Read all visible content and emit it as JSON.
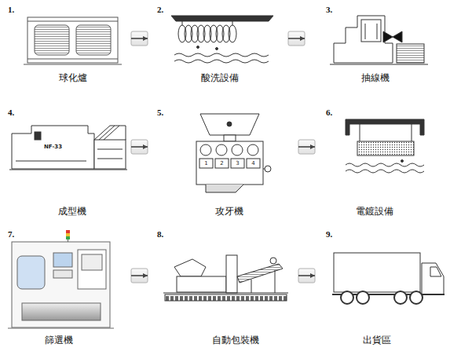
{
  "diagram": {
    "nodes": [
      {
        "text": [
          "1.",
          "球化爐"
        ]
      },
      {
        "text": [
          "2.",
          "酸洗設備"
        ]
      },
      {
        "text": [
          "3.",
          "抽線機"
        ]
      },
      {
        "text": [
          "4.",
          "成型機"
        ]
      },
      {
        "text": [
          "5.",
          "攻牙機"
        ]
      },
      {
        "text": [
          "6.",
          "電鍍設備"
        ]
      },
      {
        "text": [
          "7.",
          "篩選機"
        ]
      },
      {
        "text": [
          "8.",
          "自動包裝機"
        ]
      },
      {
        "text": [
          "9.",
          "出貨區"
        ]
      }
    ],
    "edges": [
      {
        "from": 0,
        "to": 1,
        "arrow": "to"
      },
      {
        "from": 1,
        "to": 2,
        "arrow": "to"
      },
      {
        "from": 3,
        "to": 4,
        "arrow": "to"
      },
      {
        "from": 4,
        "to": 5,
        "arrow": "to"
      },
      {
        "from": 6,
        "to": 7,
        "arrow": "to"
      },
      {
        "from": 7,
        "to": 8,
        "arrow": "to"
      }
    ],
    "labels": [
      "NF-33",
      "1",
      "2",
      "3",
      "4"
    ]
  }
}
